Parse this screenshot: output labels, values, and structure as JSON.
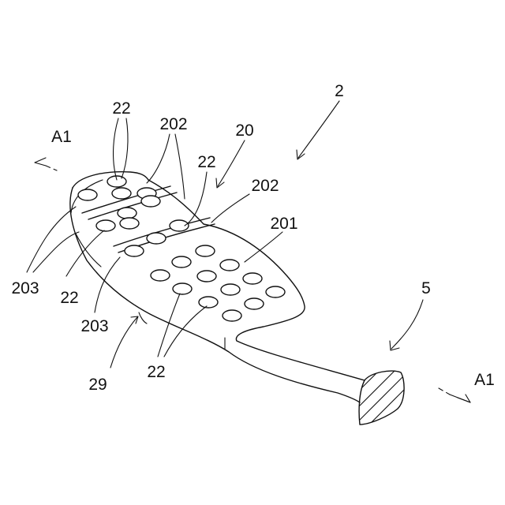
{
  "labels": {
    "ref_2": "2",
    "ref_20": "20",
    "ref_22_top": "22",
    "ref_22_mid": "22",
    "ref_22_left": "22",
    "ref_22_bottom": "22",
    "ref_202_upper": "202",
    "ref_202_right": "202",
    "ref_201": "201",
    "ref_203_left": "203",
    "ref_203_lower": "203",
    "ref_29": "29",
    "ref_5": "5",
    "section_a1_left": "A1",
    "section_a1_right": "A1"
  }
}
